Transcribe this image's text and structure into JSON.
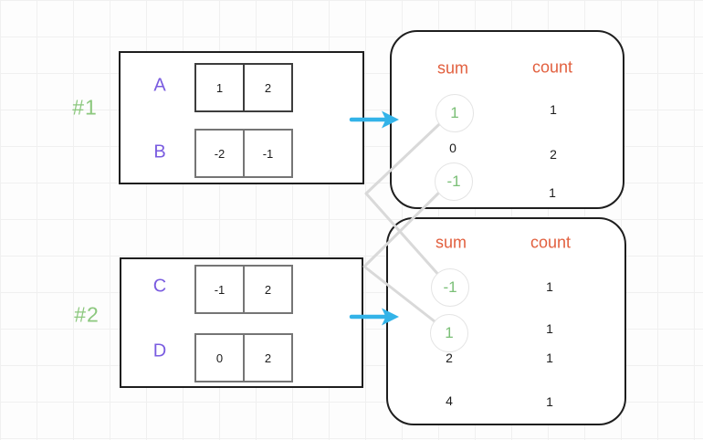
{
  "examples": [
    {
      "id": "#1",
      "arrays": [
        {
          "name": "A",
          "values": [
            "1",
            "2"
          ]
        },
        {
          "name": "B",
          "values": [
            "-2",
            "-1"
          ]
        }
      ],
      "result": {
        "sum_header": "sum",
        "count_header": "count",
        "rows": [
          {
            "sum": "1",
            "count": "1",
            "circled": true
          },
          {
            "sum": "0",
            "count": "2",
            "circled": false
          },
          {
            "sum": "-1",
            "count": "1",
            "circled": true
          }
        ]
      }
    },
    {
      "id": "#2",
      "arrays": [
        {
          "name": "C",
          "values": [
            "-1",
            "2"
          ]
        },
        {
          "name": "D",
          "values": [
            "0",
            "2"
          ]
        }
      ],
      "result": {
        "sum_header": "sum",
        "count_header": "count",
        "rows": [
          {
            "sum": "-1",
            "count": "1",
            "circled": true
          },
          {
            "sum": "1",
            "count": "1",
            "circled": true
          },
          {
            "sum": "2",
            "count": "1",
            "circled": false
          },
          {
            "sum": "4",
            "count": "1",
            "circled": false
          }
        ]
      }
    }
  ],
  "connections": [
    {
      "from_example": "#1",
      "from_sum": "1",
      "to_example": "#2",
      "to_sum": "-1"
    },
    {
      "from_example": "#1",
      "from_sum": "-1",
      "to_example": "#2",
      "to_sum": "1"
    }
  ],
  "colors": {
    "array_name": "#7a5ce0",
    "example_label": "#8cc87e",
    "table_header": "#e2603f",
    "circled_value": "#7abf76",
    "arrow": "#33b3e8",
    "connector_line": "#d9d9d9"
  }
}
